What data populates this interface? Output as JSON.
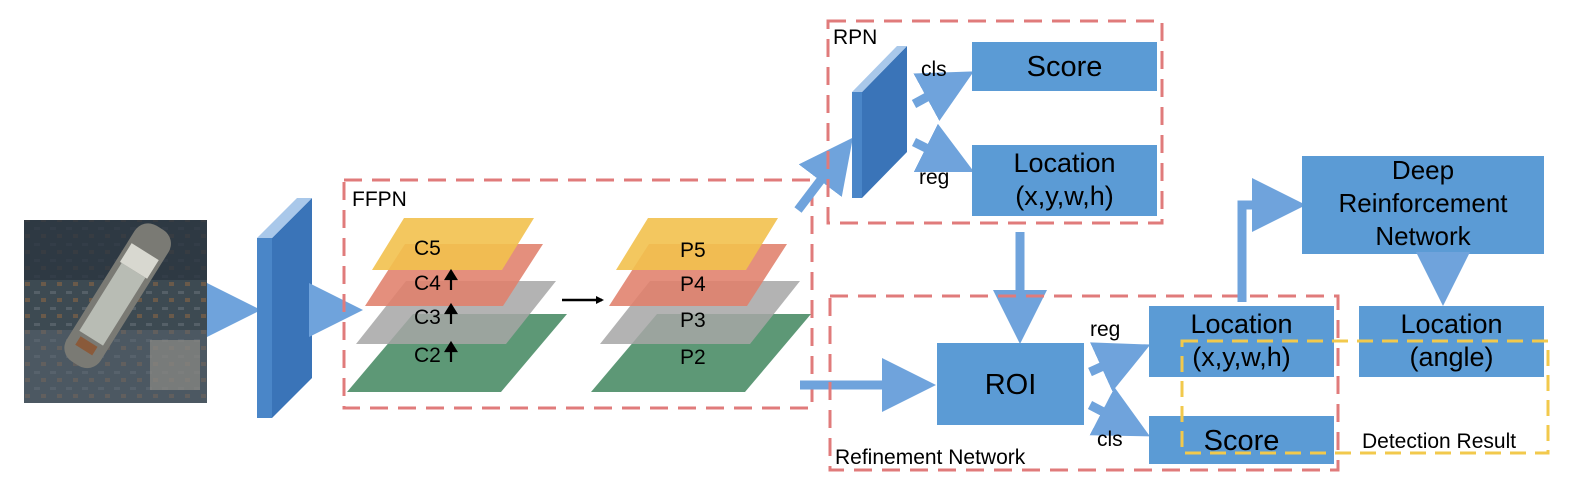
{
  "regions": {
    "ffpn": "FFPN",
    "rpn": "RPN",
    "refinement": "Refinement Network",
    "detection": "Detection Result"
  },
  "backbone_layers": [
    "C5",
    "C4",
    "C3",
    "C2"
  ],
  "pyramid_layers": [
    "P5",
    "P4",
    "P3",
    "P2"
  ],
  "boxes": {
    "rpn_score": "Score",
    "rpn_location_line1": "Location",
    "rpn_location_line2": "(x,y,w,h)",
    "roi": "ROI",
    "refine_location_line1": "Location",
    "refine_location_line2": "(x,y,w,h)",
    "refine_score": "Score",
    "drn_line1": "Deep",
    "drn_line2": "Reinforcement",
    "drn_line3": "Network",
    "angle_line1": "Location",
    "angle_line2": "(angle)"
  },
  "edge_labels": {
    "rpn_cls": "cls",
    "rpn_reg": "reg",
    "roi_reg": "reg",
    "roi_cls": "cls"
  },
  "colors": {
    "box_fill": "#5b9bd5",
    "arrow": "#6fa3dc",
    "region_border": "#e07b7b",
    "detection_border": "#f2c94c",
    "layer_yellow": "#f2c14e",
    "layer_red": "#e0806b",
    "layer_gray": "#a6a6a6",
    "layer_green": "#4f8f6a"
  }
}
